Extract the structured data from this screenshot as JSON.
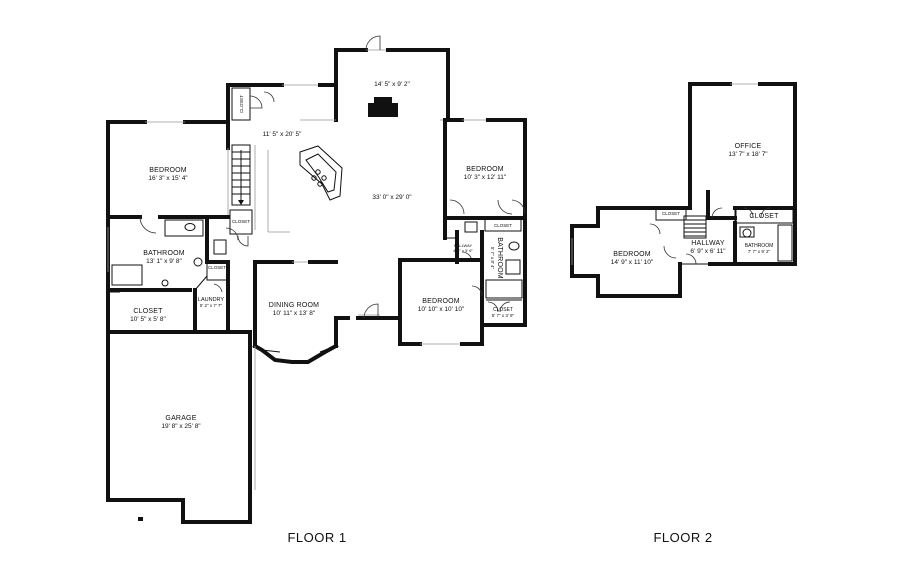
{
  "floors": [
    {
      "label": "FLOOR 1"
    },
    {
      "label": "FLOOR 2"
    }
  ],
  "rooms": {
    "bedroom_nw": {
      "name": "BEDROOM",
      "dims": "16' 3\" x 15' 4\""
    },
    "closet_entry": {
      "name": "CLOSET"
    },
    "living": {
      "dims": "11' 5\" x 20' 5\""
    },
    "porch": {
      "dims": "14' 5\" x 9' 2\""
    },
    "great_room": {
      "dims": "33' 0\" x 29' 0\""
    },
    "bedroom_ne": {
      "name": "BEDROOM",
      "dims": "10' 3\" x 12' 11\""
    },
    "bathroom_w": {
      "name": "BATHROOM",
      "dims": "13' 1\" x 9' 8\""
    },
    "closet_small_1": {
      "name": "CLOSET"
    },
    "closet_small_2": {
      "name": "CLOSET"
    },
    "laundry": {
      "name": "LAUNDRY",
      "dims": "5' 2\" x 7' 7\""
    },
    "closet_w": {
      "name": "CLOSET",
      "dims": "10' 5\" x 5' 8\""
    },
    "dining": {
      "name": "DINING ROOM",
      "dims": "10' 11\" x 13' 8\""
    },
    "hallway_f1": {
      "name": "HALLWAY",
      "dims": "4' 2\" x 5' 6\""
    },
    "closet_bath_e": {
      "name": "CLOSET"
    },
    "bathroom_e": {
      "name": "BATHROOM",
      "dims": "5' 7\" x 8' 4\""
    },
    "bedroom_se": {
      "name": "BEDROOM",
      "dims": "10' 10\" x 10' 10\""
    },
    "closet_se": {
      "name": "CLOSET",
      "dims": "5' 7\" x 3' 9\""
    },
    "garage": {
      "name": "GARAGE",
      "dims": "19' 8\" x 25' 8\""
    },
    "office": {
      "name": "OFFICE",
      "dims": "13' 7\" x 18' 7\""
    },
    "closet_f2_small": {
      "name": "CLOSET"
    },
    "closet_f2": {
      "name": "CLOSET"
    },
    "bedroom_f2": {
      "name": "BEDROOM",
      "dims": "14' 9\" x 11' 10\""
    },
    "hallway_f2": {
      "name": "HALLWAY",
      "dims": "6' 9\" x 6' 11\""
    },
    "bathroom_f2": {
      "name": "BATHROOM",
      "dims": "7' 7\" x 9' 2\""
    }
  }
}
